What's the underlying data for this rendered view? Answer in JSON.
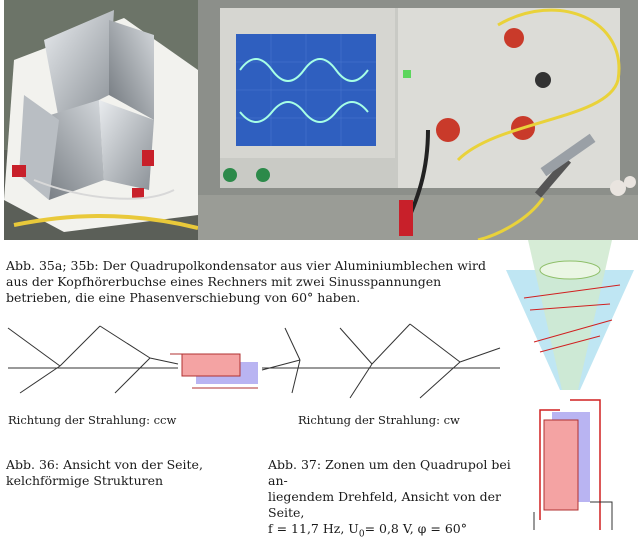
{
  "caption_35": "Abb. 35a; 35b: Der Quadrupolkondensator aus vier Aluminiumblechen wird aus der Kopfhörerbuchse eines Rechners mit zwei Sinusspannungen betrieben, die eine Phasenverschiebung von 60° haben.",
  "label_ccw": "Richtung der Strahlung: ccw",
  "label_cw": "Richtung der Strahlung: cw",
  "caption_36_line1": "Abb. 36: Ansicht von der Seite,",
  "caption_36_line2": "kelchförmige Strukturen",
  "caption_37_line1": "Abb. 37: Zonen um den Quadrupol bei an-",
  "caption_37_line2": "liegendem Drehfeld, Ansicht von der Seite,",
  "caption_37_line3_prefix": "f = 11,7 Hz, U",
  "caption_37_sub": "0",
  "caption_37_line3_suffix": "= 0,8 V, φ  = 60°",
  "colors": {
    "plate_front": "#f4a3a3",
    "plate_back": "#b9b4f2",
    "wire_red": "#d02020",
    "beam_blue": "#bfe6f3",
    "beam_green": "#cfe9cf",
    "scope_screen": "#2f5fbf"
  }
}
